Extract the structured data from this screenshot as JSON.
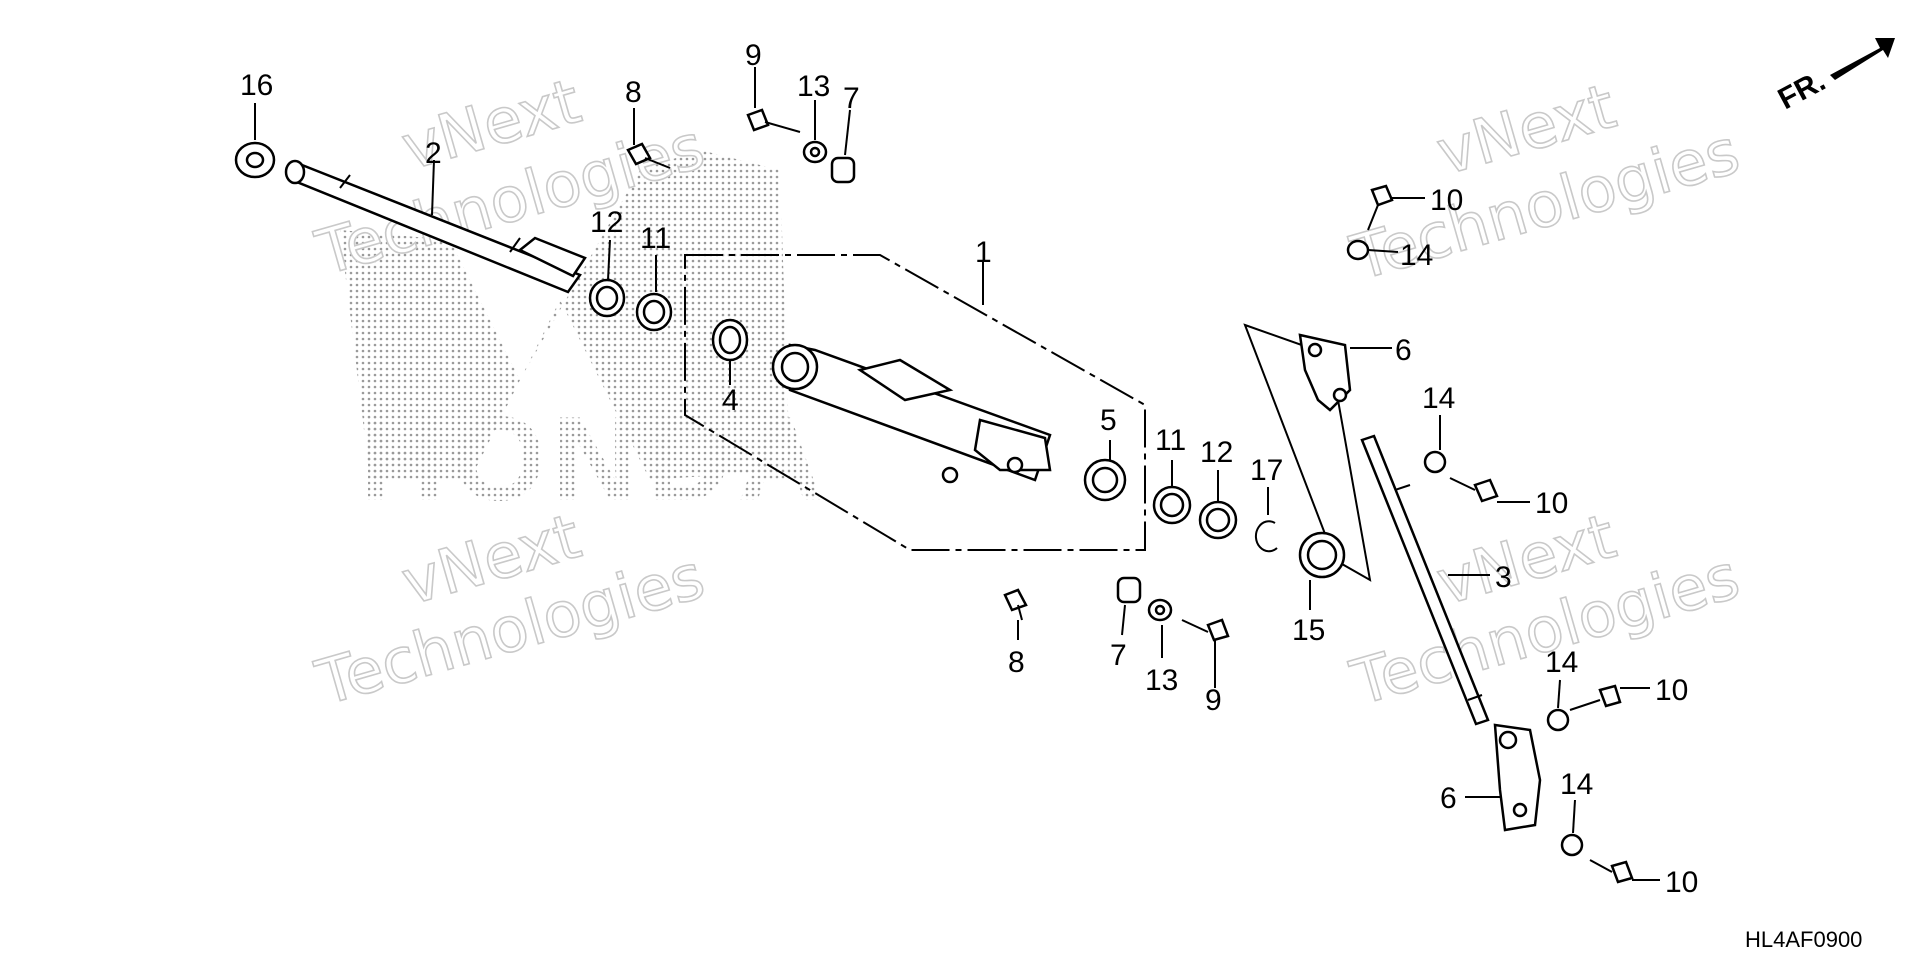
{
  "callouts": {
    "c1": "1",
    "c2": "2",
    "c3": "3",
    "c4": "4",
    "c5": "5",
    "c6a": "6",
    "c6b": "6",
    "c7a": "7",
    "c7b": "7",
    "c8a": "8",
    "c8b": "8",
    "c9a": "9",
    "c9b": "9",
    "c10a": "10",
    "c10b": "10",
    "c10c": "10",
    "c10d": "10",
    "c11a": "11",
    "c11b": "11",
    "c12a": "12",
    "c12b": "12",
    "c13a": "13",
    "c13b": "13",
    "c14a": "14",
    "c14b": "14",
    "c14c": "14",
    "c14d": "14",
    "c15": "15",
    "c16": "16",
    "c17": "17"
  },
  "direction": {
    "label": "FR."
  },
  "diagram_code": "HL4AF0900",
  "watermarks": {
    "w1a": "vNext",
    "w1b": "Technologies",
    "w2a": "vNext",
    "w2b": "Technologies",
    "w3a": "vNext",
    "w3b": "Technologies",
    "w4a": "vNext",
    "w4b": "Technologies"
  },
  "logo": {
    "text": "HONDA"
  },
  "colors": {
    "line": "#000000",
    "watermark": "#c9c9c9",
    "logo_dots": "#9a9a9a"
  }
}
